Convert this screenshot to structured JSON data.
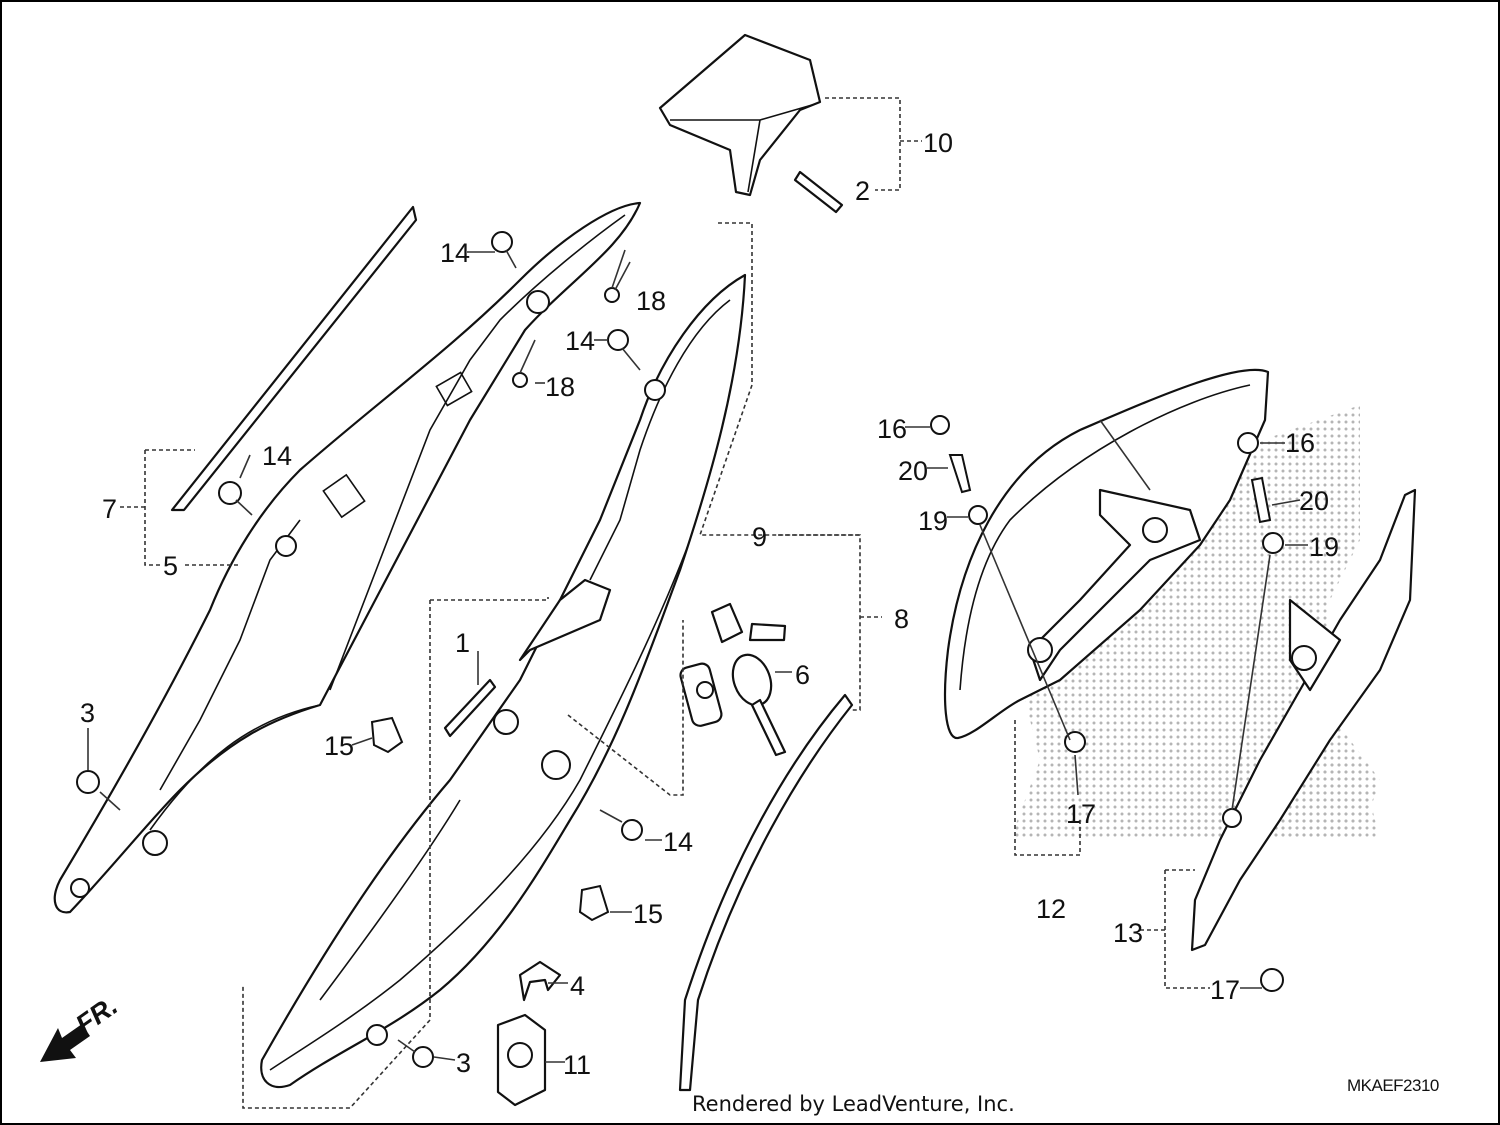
{
  "diagram": {
    "diagram_code": "MKAEF2310",
    "credit": "Rendered by LeadVenture, Inc.",
    "front_marker": "FR.",
    "watermark_colors": {
      "dots": "#b5b5b5",
      "lines": "#111111"
    },
    "callouts": {
      "c1": "1",
      "c2": "2",
      "c3a": "3",
      "c3b": "3",
      "c4": "4",
      "c5": "5",
      "c6": "6",
      "c7": "7",
      "c8": "8",
      "c9": "9",
      "c10": "10",
      "c11": "11",
      "c12": "12",
      "c13": "13",
      "c14a": "14",
      "c14b": "14",
      "c14c": "14",
      "c14d": "14",
      "c15a": "15",
      "c15b": "15",
      "c16a": "16",
      "c16b": "16",
      "c17a": "17",
      "c17b": "17",
      "c18a": "18",
      "c18b": "18",
      "c19a": "19",
      "c19b": "19",
      "c20a": "20",
      "c20b": "20"
    }
  }
}
